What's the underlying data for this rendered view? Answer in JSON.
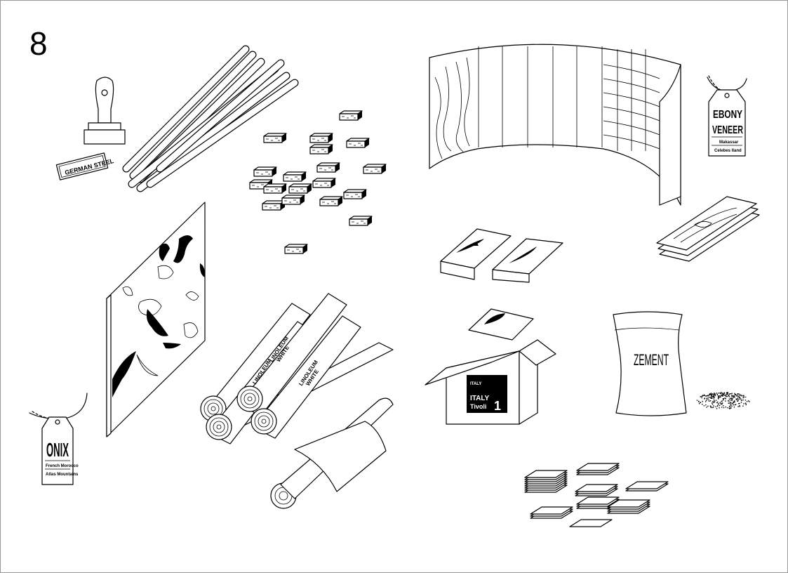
{
  "page_number": "8",
  "labels": {
    "german_steel": "GERMAN STEEL",
    "linoleum": "LINOLEUM",
    "linoleum_color": "WHITE",
    "ebony_title_1": "EBONY",
    "ebony_title_2": "VENEER",
    "ebony_origin_1": "Makassar",
    "ebony_origin_2": "Celebes Iland",
    "onix_title": "ONIX",
    "onix_origin_1": "French Morocco",
    "onix_origin_2": "Atlas Mountains",
    "crate_brand": "ITALY",
    "crate_city": "Tivoli",
    "crate_number": "1",
    "zement": "ZEMENT"
  },
  "colors": {
    "ink": "#000000",
    "paper": "#ffffff",
    "border": "#999999"
  }
}
